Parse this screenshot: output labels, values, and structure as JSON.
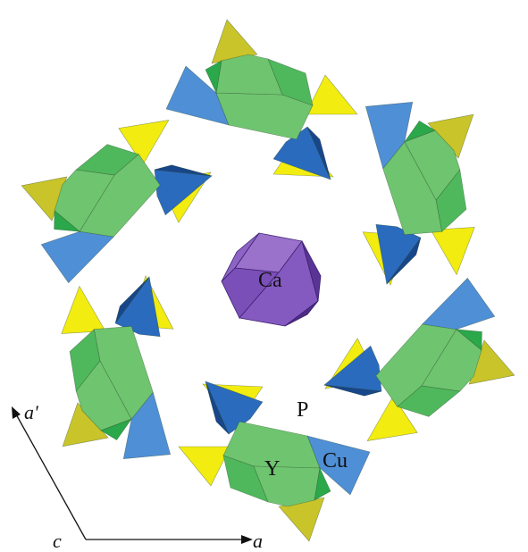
{
  "labels": {
    "ca": "Ca",
    "p": "P",
    "y": "Y",
    "cu": "Cu"
  },
  "axes": {
    "a": "a",
    "a_prime": "a'",
    "c": "c"
  },
  "colors": {
    "yellow": "#f2ec10",
    "yellow_dark": "#c9c42a",
    "green_light": "#6fc46f",
    "green_mid": "#4fb85c",
    "green_dark": "#2aa84a",
    "blue": "#2a6bbd",
    "blue_light": "#4f8fd6",
    "blue_dark": "#17468a",
    "purple": "#7b4fb8",
    "purple_dark": "#5a3494",
    "purple_light": "#9a72cc"
  }
}
